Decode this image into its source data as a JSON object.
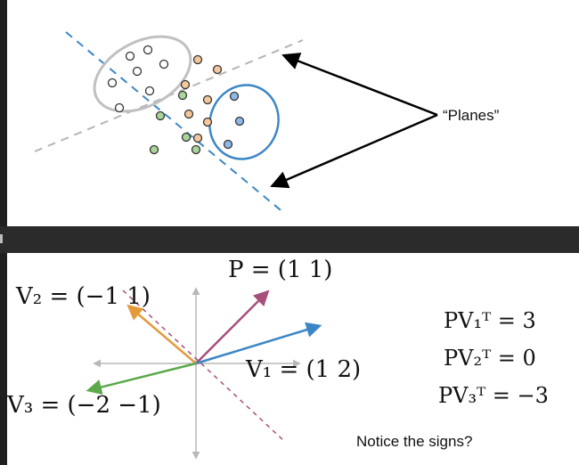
{
  "top": {
    "callout_label": "“Planes”",
    "point_groups": [
      {
        "name": "white",
        "fill": "#ffffff",
        "stroke": "#333333"
      },
      {
        "name": "orange",
        "fill": "#f5c79c",
        "stroke": "#333333"
      },
      {
        "name": "green",
        "fill": "#a9d49a",
        "stroke": "#333333"
      },
      {
        "name": "blue",
        "fill": "#8fb9e8",
        "stroke": "#333333"
      }
    ],
    "colors": {
      "gray_line": "#b5b5b5",
      "blue_line": "#3b86c6",
      "ellipse_gray": "#c0c0c0",
      "ellipse_blue": "#3b86c6"
    }
  },
  "bottom": {
    "p_label": "P = (1   1)",
    "v1_label": "V₁ = (1   2)",
    "v2_label": "V₂ = (−1   1)",
    "v3_label": "V₃ = (−2   −1)",
    "eq1": "PV₁ᵀ = 3",
    "eq2": "PV₂ᵀ = 0",
    "eq3": "PV₃ᵀ = −3",
    "note": "Notice the signs?",
    "colors": {
      "p": "#a64f7b",
      "v1": "#3b86c6",
      "v2": "#e39a3a",
      "v3": "#5ca84a",
      "axis": "#b8b8b8"
    }
  }
}
